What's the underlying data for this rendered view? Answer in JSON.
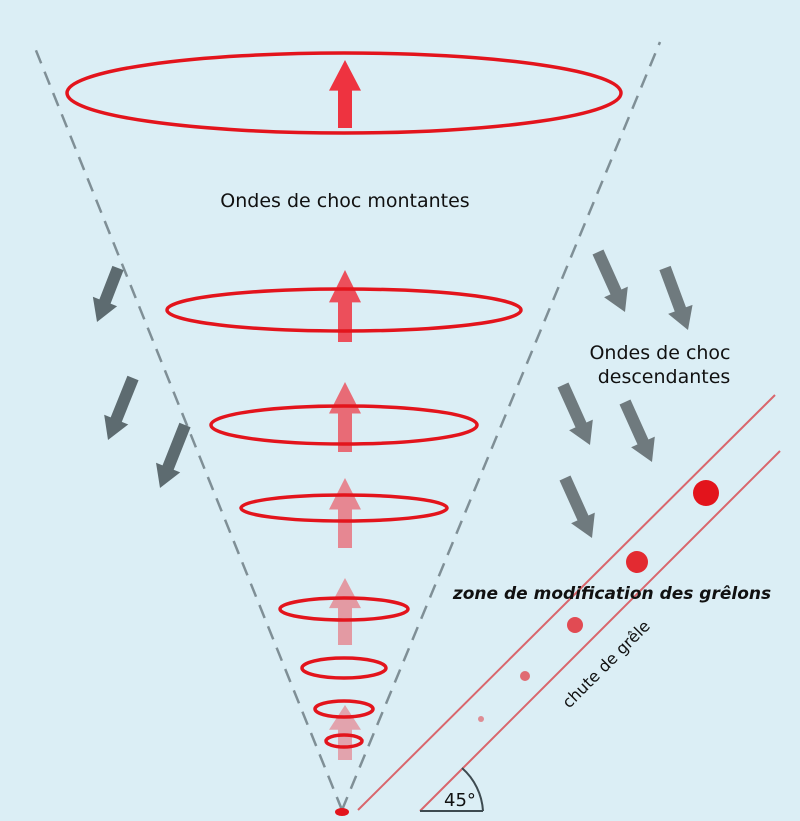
{
  "labels": {
    "rising": "Ondes de choc montantes",
    "descending_line1": "Ondes de choc",
    "descending_line2": "descendantes",
    "zone": "zone de modification des grêlons",
    "fall": "chute de grêle",
    "angle": "45°"
  },
  "colors": {
    "background": "#dbeef5",
    "ring": "#e3141c",
    "arrow_up": "#ee3340",
    "arrow_down": "#5d6b70",
    "cone_dash": "#7f8f96",
    "band": "#d9666c"
  }
}
